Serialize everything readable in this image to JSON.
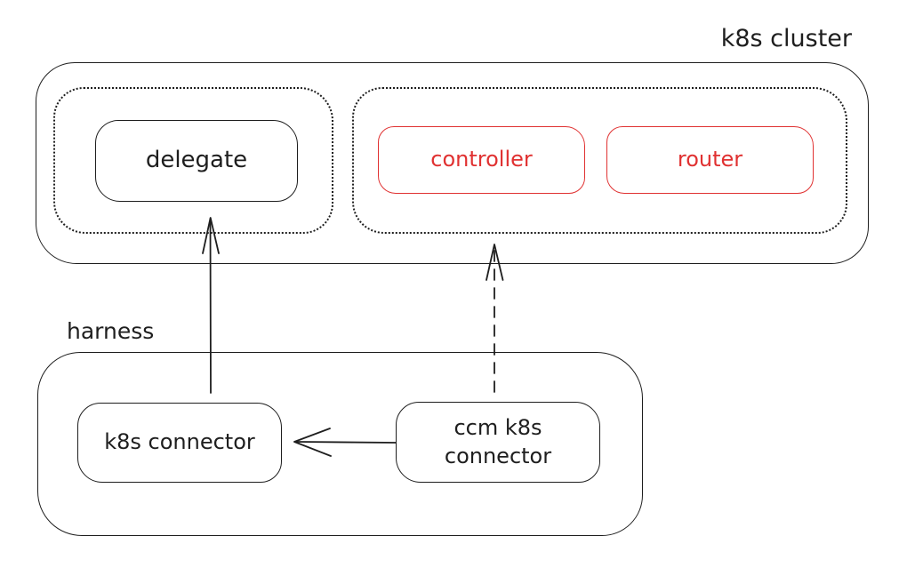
{
  "labels": {
    "cluster": "k8s cluster",
    "harness": "harness"
  },
  "nodes": {
    "delegate": {
      "label": "delegate"
    },
    "controller": {
      "label": "controller"
    },
    "router": {
      "label": "router"
    },
    "k8s_connector": {
      "label": "k8s connector"
    },
    "ccm_k8s_connector": {
      "label": "ccm k8s connector",
      "lines": [
        "ccm k8s",
        "connector"
      ]
    }
  },
  "edges": [
    {
      "from": "k8s connector",
      "to": "delegate",
      "style": "solid",
      "direction": "up"
    },
    {
      "from": "ccm k8s connector",
      "to": "controller/router group",
      "style": "dashed",
      "direction": "up"
    },
    {
      "from": "ccm k8s connector",
      "to": "k8s connector",
      "style": "solid",
      "direction": "left"
    }
  ],
  "colors": {
    "stroke": "#1e1e1e",
    "accent": "#e03131",
    "background": "#ffffff"
  }
}
